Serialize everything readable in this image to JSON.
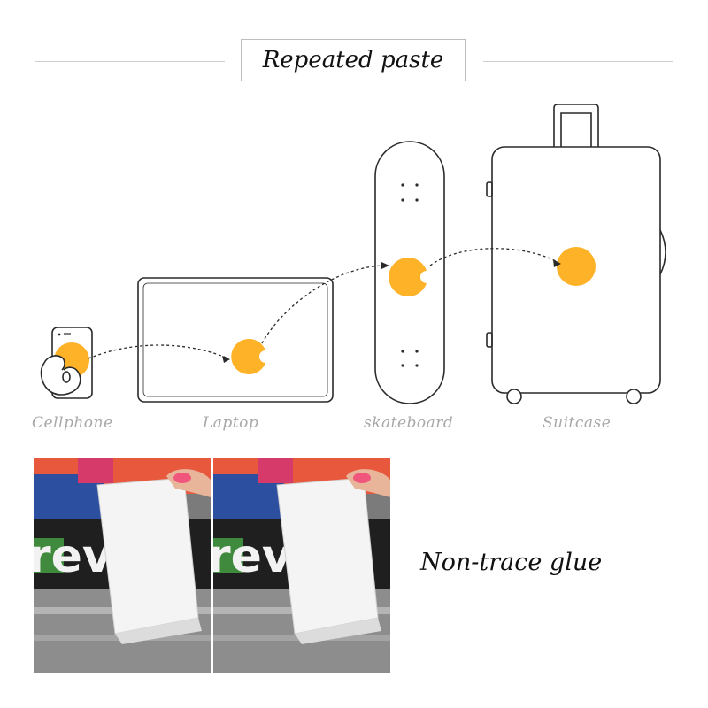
{
  "title": "Repeated paste",
  "devices": [
    {
      "label": "Cellphone"
    },
    {
      "label": "Laptop"
    },
    {
      "label": "skateboard"
    },
    {
      "label": "Suitcase"
    }
  ],
  "photo_text": "rev",
  "feature": "Non-trace glue",
  "colors": {
    "sticker": "#FDB227",
    "outline": "#2a2a2a",
    "label_gray": "#a8a8a8",
    "rule": "#cfcfcf",
    "nail_pink": "#f0567c"
  }
}
